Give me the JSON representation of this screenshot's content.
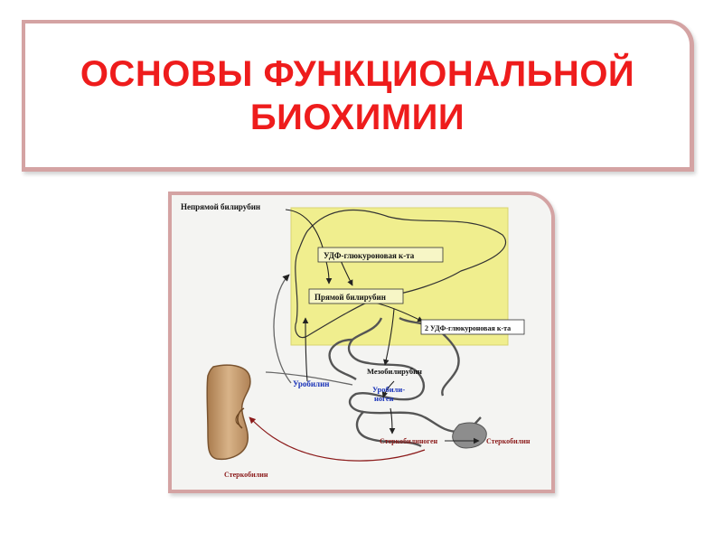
{
  "slide": {
    "title_line1": "ОСНОВЫ ФУНКЦИОНАЛЬНОЙ",
    "title_line2": "БИОХИМИИ"
  },
  "diagram": {
    "labels": {
      "indirect_bilirubin": "Непрямой билирубин",
      "udp_glucuronic_acid": "УДФ-глюкуроновая к-та",
      "direct_bilirubin": "Прямой билирубин",
      "udp_glucuronic_acid_2": "2 УДФ-глюкуроновая к-та",
      "mesobilirubin": "Мезобилирубин",
      "urobilin": "Уробилин",
      "urobilinogen_line1": "Уробили-",
      "urobilinogen_line2": "ноген",
      "stercobilinogen": "Стеркобилиноген",
      "stercobilin_intestine": "Стеркобилин",
      "stercobilin_kidney": "Стеркобилин"
    },
    "colors": {
      "liver": "#f0ee8e",
      "kidney": "#c49a6c",
      "urobilin_text": "#1a33b8",
      "stercobilin_text": "#8b1a1a",
      "frame_border": "#d4a3a3",
      "title": "#ee1c1c"
    }
  }
}
